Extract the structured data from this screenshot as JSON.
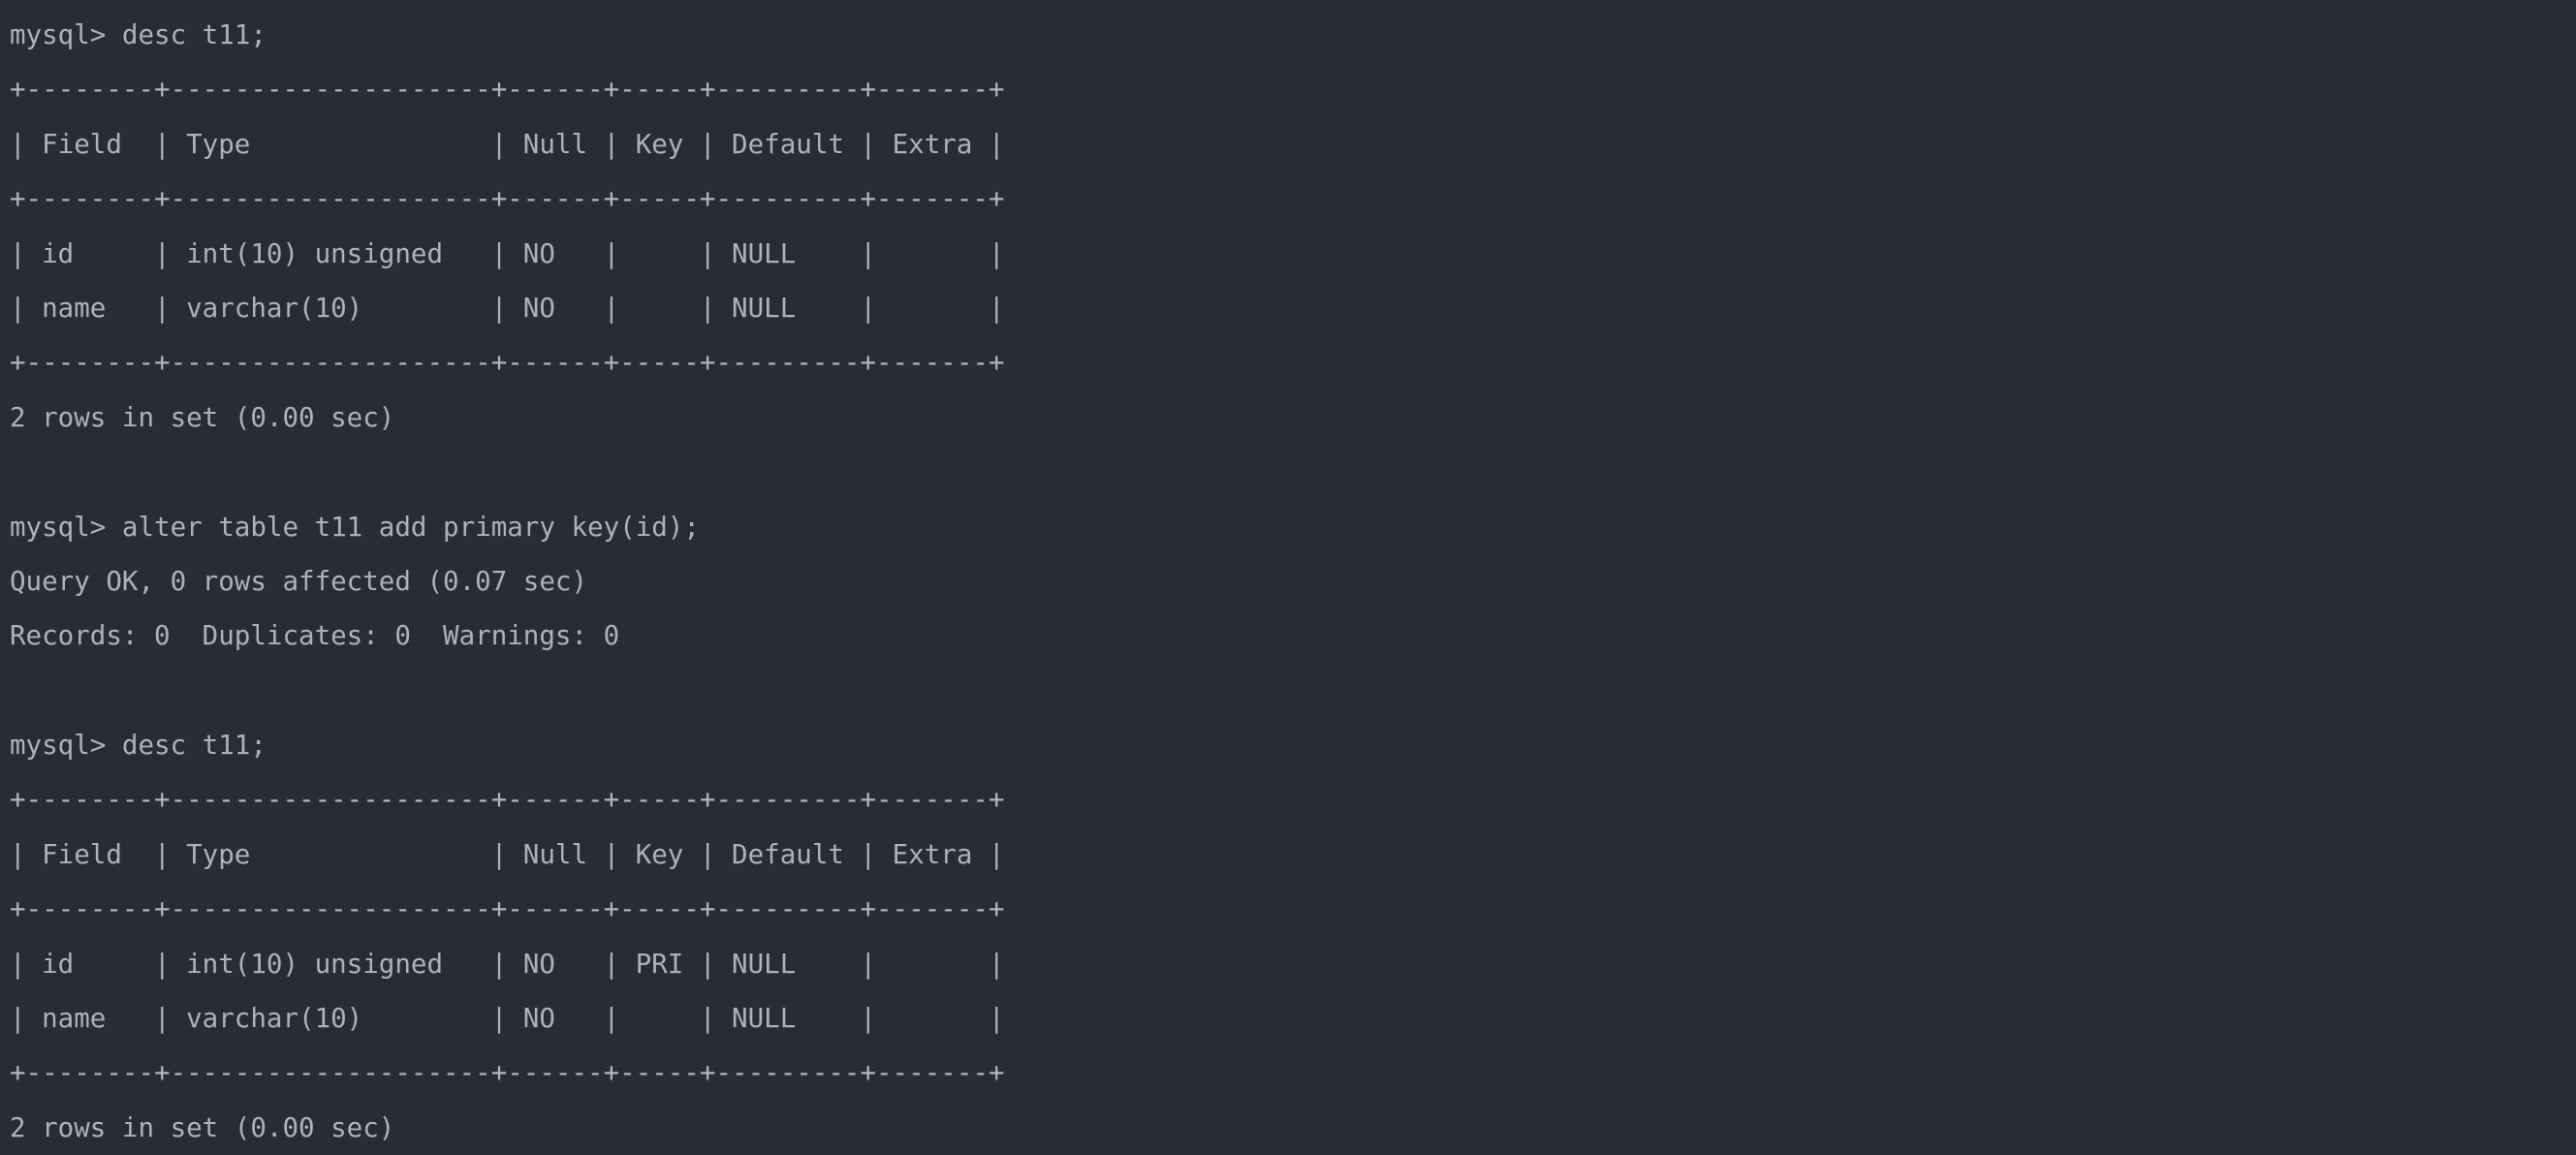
{
  "terminal": {
    "app": "mysql-client",
    "background_color": "#282c34",
    "foreground_color": "#abb2bf",
    "prompt": "mysql>",
    "lines": [
      {
        "kind": "prompt",
        "text": "mysql> desc t11;"
      },
      {
        "kind": "rule",
        "text": "+--------+--------------------+------+-----+---------+-------+"
      },
      {
        "kind": "header",
        "text": "| Field  | Type               | Null | Key | Default | Extra |"
      },
      {
        "kind": "rule",
        "text": "+--------+--------------------+------+-----+---------+-------+"
      },
      {
        "kind": "row",
        "text": "| id     | int(10) unsigned   | NO   |     | NULL    |       |"
      },
      {
        "kind": "row",
        "text": "| name   | varchar(10)        | NO   |     | NULL    |       |"
      },
      {
        "kind": "rule",
        "text": "+--------+--------------------+------+-----+---------+-------+"
      },
      {
        "kind": "status",
        "text": "2 rows in set (0.00 sec)"
      },
      {
        "kind": "blank",
        "text": " "
      },
      {
        "kind": "prompt",
        "text": "mysql> alter table t11 add primary key(id);"
      },
      {
        "kind": "status",
        "text": "Query OK, 0 rows affected (0.07 sec)"
      },
      {
        "kind": "status",
        "text": "Records: 0  Duplicates: 0  Warnings: 0"
      },
      {
        "kind": "blank",
        "text": " "
      },
      {
        "kind": "prompt",
        "text": "mysql> desc t11;"
      },
      {
        "kind": "rule",
        "text": "+--------+--------------------+------+-----+---------+-------+"
      },
      {
        "kind": "header",
        "text": "| Field  | Type               | Null | Key | Default | Extra |"
      },
      {
        "kind": "rule",
        "text": "+--------+--------------------+------+-----+---------+-------+"
      },
      {
        "kind": "row",
        "text": "| id     | int(10) unsigned   | NO   | PRI | NULL    |       |"
      },
      {
        "kind": "row",
        "text": "| name   | varchar(10)        | NO   |     | NULL    |       |"
      },
      {
        "kind": "rule",
        "text": "+--------+--------------------+------+-----+---------+-------+"
      },
      {
        "kind": "status",
        "text": "2 rows in set (0.00 sec)"
      }
    ],
    "commands": [
      "desc t11;",
      "alter table t11 add primary key(id);",
      "desc t11;"
    ],
    "tables": [
      {
        "name": "t11-before",
        "columns": [
          "Field",
          "Type",
          "Null",
          "Key",
          "Default",
          "Extra"
        ],
        "rows": [
          [
            "id",
            "int(10) unsigned",
            "NO",
            "",
            "NULL",
            ""
          ],
          [
            "name",
            "varchar(10)",
            "NO",
            "",
            "NULL",
            ""
          ]
        ],
        "footer": "2 rows in set (0.00 sec)"
      },
      {
        "name": "t11-after",
        "columns": [
          "Field",
          "Type",
          "Null",
          "Key",
          "Default",
          "Extra"
        ],
        "rows": [
          [
            "id",
            "int(10) unsigned",
            "NO",
            "PRI",
            "NULL",
            ""
          ],
          [
            "name",
            "varchar(10)",
            "NO",
            "",
            "NULL",
            ""
          ]
        ],
        "footer": "2 rows in set (0.00 sec)"
      }
    ],
    "alter_result": {
      "query_status": "Query OK, 0 rows affected (0.07 sec)",
      "records": "Records: 0  Duplicates: 0  Warnings: 0"
    }
  }
}
